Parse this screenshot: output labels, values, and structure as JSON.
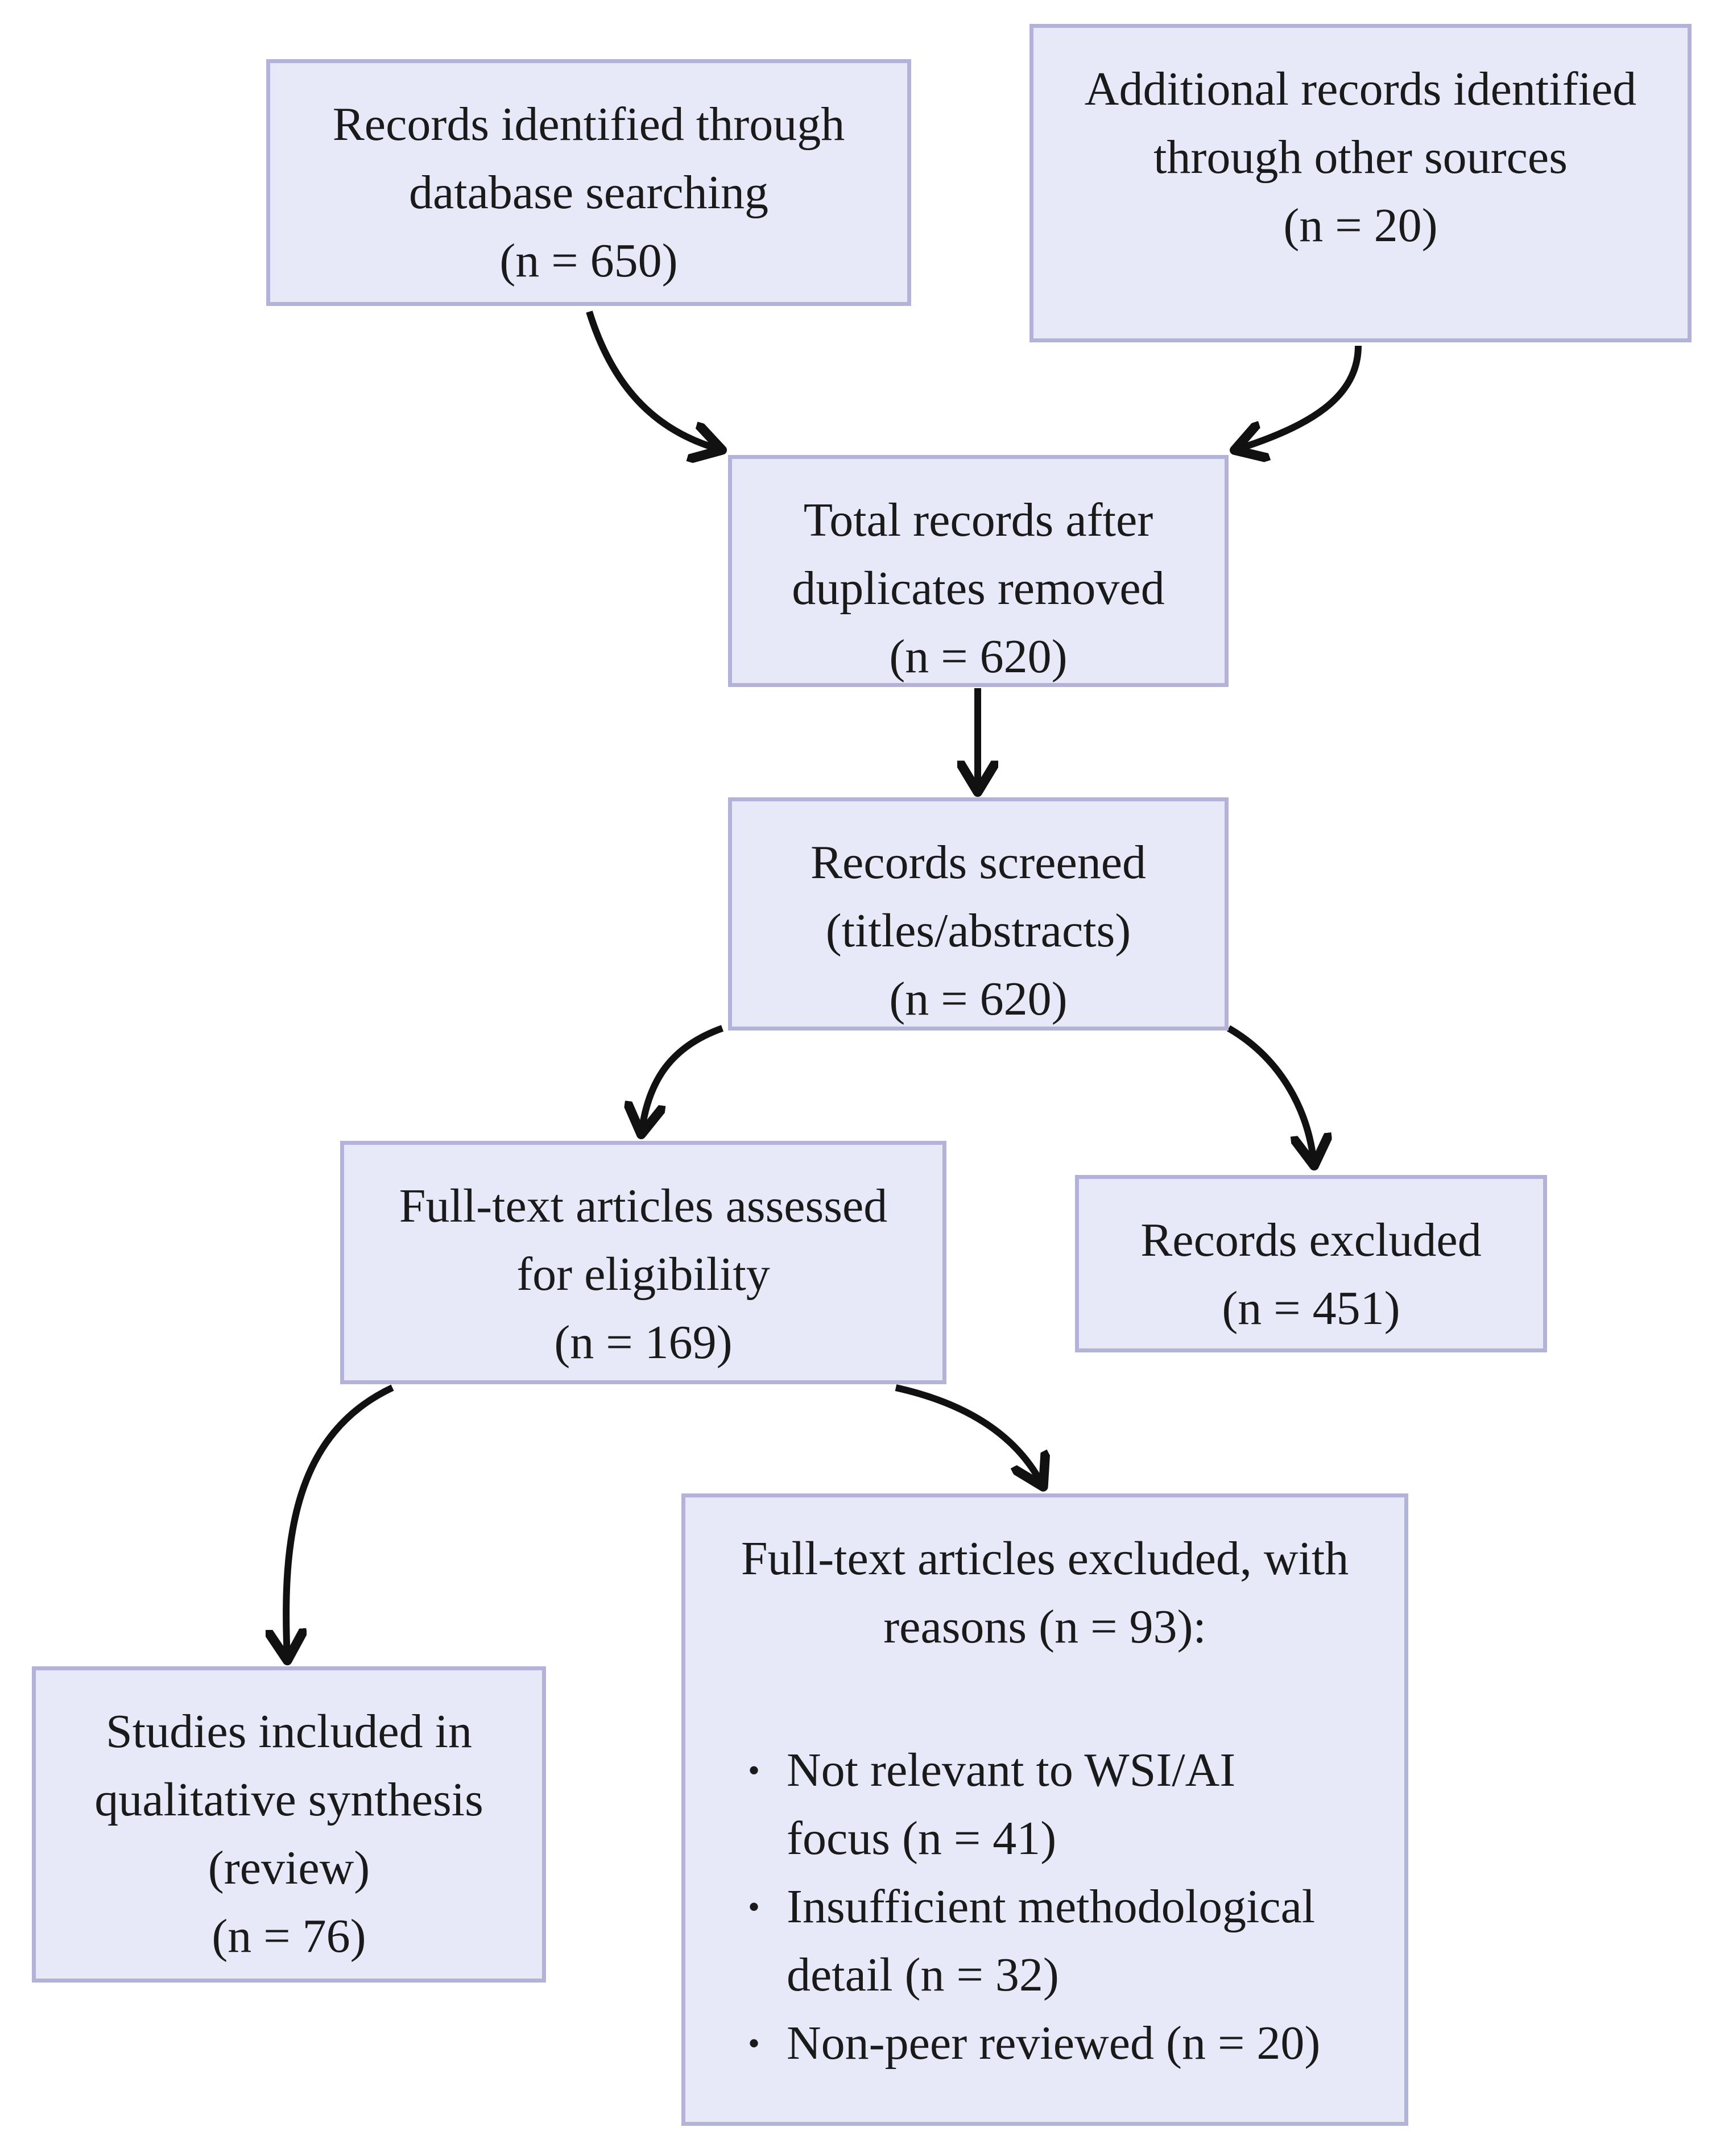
{
  "boxes": {
    "db_search": {
      "lines": [
        "Records identified through",
        "database searching",
        "(n = 650)"
      ]
    },
    "other_sources": {
      "lines": [
        "Additional records identified",
        "through other sources",
        "(n = 20)"
      ]
    },
    "after_duplicates": {
      "lines": [
        "Total records after",
        "duplicates removed",
        "(n = 620)"
      ]
    },
    "screened": {
      "lines": [
        "Records screened",
        "(titles/abstracts)",
        "(n = 620)"
      ]
    },
    "full_text_assessed": {
      "lines": [
        "Full-text articles assessed",
        "for eligibility",
        "(n = 169)"
      ]
    },
    "records_excluded": {
      "lines": [
        "Records excluded",
        "(n = 451)"
      ]
    },
    "included": {
      "lines": [
        "Studies included in",
        "qualitative synthesis",
        "(review)",
        "(n = 76)"
      ]
    },
    "full_text_excluded": {
      "lines": [
        "Full-text articles excluded, with",
        "reasons (n = 93):"
      ],
      "bullet": "•",
      "reasons": [
        {
          "lines": [
            "Not relevant to WSI/AI",
            "focus (n = 41)"
          ]
        },
        {
          "lines": [
            "Insufficient methodological",
            "detail (n = 32)"
          ]
        },
        {
          "lines": [
            "Non-peer reviewed (n = 20)"
          ]
        }
      ]
    }
  },
  "colors": {
    "box_fill": "#e8e9f8",
    "box_border": "#b3b2d9",
    "arrow": "#111111",
    "text": "#1a1a1a"
  }
}
